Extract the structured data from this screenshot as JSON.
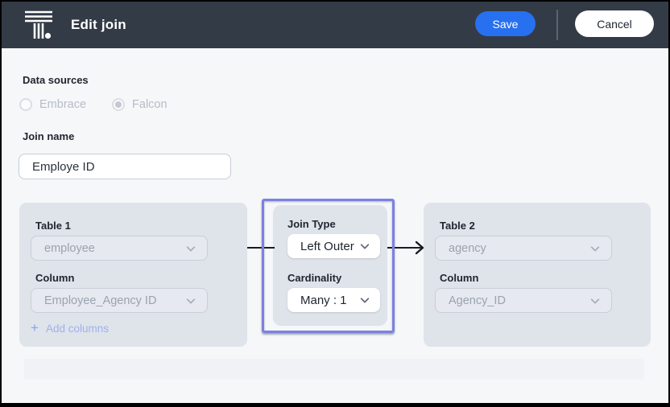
{
  "header": {
    "title": "Edit join",
    "save_label": "Save",
    "cancel_label": "Cancel"
  },
  "form": {
    "data_sources_label": "Data sources",
    "radio_embrace_label": "Embrace",
    "radio_falcon_label": "Falcon",
    "join_name_label": "Join name",
    "join_name_value": "Employe ID"
  },
  "table1": {
    "title": "Table 1",
    "table_value": "employee",
    "column_label": "Column",
    "column_value": "Employee_Agency ID",
    "add_columns_icon": "+",
    "add_columns_label": "Add columns"
  },
  "join_config": {
    "join_type_label": "Join Type",
    "join_type_value": "Left Outer",
    "cardinality_label": "Cardinality",
    "cardinality_value": "Many : 1"
  },
  "table2": {
    "title": "Table 2",
    "table_value": "agency",
    "column_label": "Column",
    "column_value": "Agency_ID"
  },
  "colors": {
    "header_bg": "#333B47",
    "accent_blue": "#2770EF",
    "highlight_purple": "#7B81E2",
    "panel_bg": "#DFE3EA",
    "link_blue": "#9DB0EE",
    "page_bg": "#F6F7F9"
  }
}
